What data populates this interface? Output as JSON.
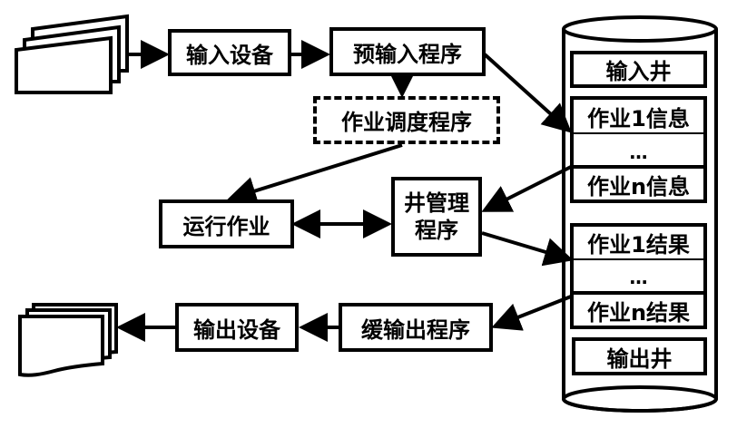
{
  "diagram": {
    "nodes": {
      "input_device": "输入设备",
      "pre_input": "预输入程序",
      "job_scheduler": "作业调度程序",
      "run_job": "运行作业",
      "well_manager_line1": "井管理",
      "well_manager_line2": "程序",
      "buffer_output": "缓输出程序",
      "output_device": "输出设备"
    },
    "disk": {
      "input_well": "输入井",
      "job1_info": "作业1信息",
      "info_ellipsis": "…",
      "jobn_info": "作业n信息",
      "job1_result": "作业1结果",
      "result_ellipsis": "…",
      "jobn_result": "作业n结果",
      "output_well": "输出井"
    },
    "edges": [
      {
        "from": "input-cards",
        "to": "input_device"
      },
      {
        "from": "input_device",
        "to": "pre_input"
      },
      {
        "from": "pre_input",
        "to": "job_scheduler"
      },
      {
        "from": "pre_input",
        "to": "job1_info"
      },
      {
        "from": "job_scheduler",
        "to": "run_job"
      },
      {
        "from": "run_job",
        "to": "well_manager",
        "bidirectional": true
      },
      {
        "from": "jobn_info",
        "to": "well_manager"
      },
      {
        "from": "well_manager",
        "to": "job1_result"
      },
      {
        "from": "jobn_result",
        "to": "buffer_output"
      },
      {
        "from": "buffer_output",
        "to": "output_device"
      },
      {
        "from": "output_device",
        "to": "output-documents"
      }
    ]
  }
}
